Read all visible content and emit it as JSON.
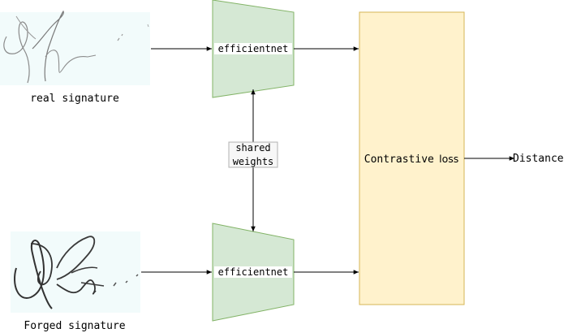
{
  "diagram": {
    "top_branch": {
      "image_label": "real signature",
      "encoder_label": "efficientnet"
    },
    "bottom_branch": {
      "image_label": "Forged signature",
      "encoder_label": "efficientnet"
    },
    "shared_weights": {
      "line1": "shared",
      "line2": "weights"
    },
    "loss": {
      "label_mono": "Contrastive",
      "label_sans": "loss"
    },
    "output_label": "Distance"
  },
  "colors": {
    "encoder_fill": "#d5e8d4",
    "encoder_stroke": "#82b366",
    "loss_fill": "#fff2cc",
    "loss_stroke": "#d6b656",
    "signature_bg": "#f2fbfb",
    "ink": "#000000"
  }
}
